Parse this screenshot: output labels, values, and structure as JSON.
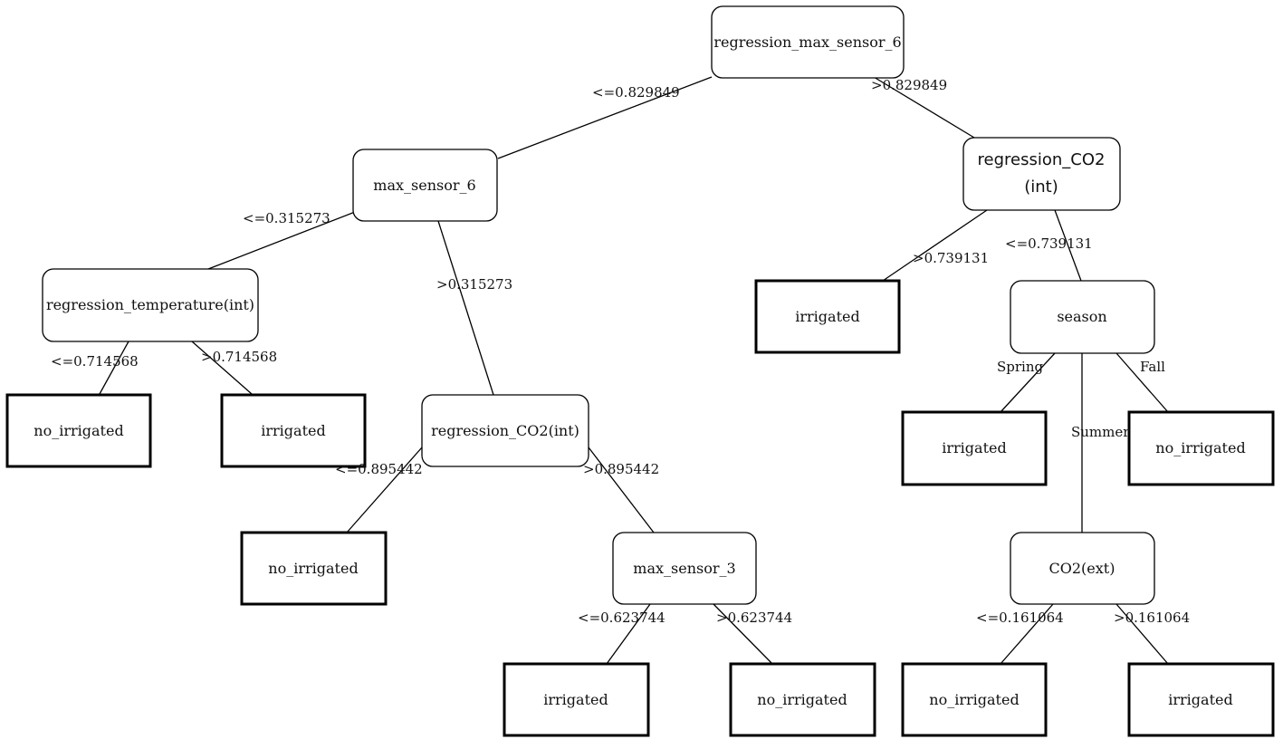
{
  "nodes": {
    "root": "regression_max_sensor_6",
    "max_sensor_6": "max_sensor_6",
    "regression_co2_right_line1": "regression_CO2",
    "regression_co2_right_line2": "(int)",
    "regression_temperature": "regression_temperature(int)",
    "regression_co2_left": "regression_CO2(int)",
    "season": "season",
    "max_sensor_3": "max_sensor_3",
    "co2_ext": "CO2(ext)"
  },
  "leaves": {
    "leaf_temp_low": "no_irrigated",
    "leaf_temp_high": "irrigated",
    "leaf_co2_int_low": "no_irrigated",
    "leaf_sensor3_low": "irrigated",
    "leaf_sensor3_high": "no_irrigated",
    "leaf_co2_right_high": "irrigated",
    "leaf_spring": "irrigated",
    "leaf_fall": "no_irrigated",
    "leaf_co2ext_low": "no_irrigated",
    "leaf_co2ext_high": "irrigated"
  },
  "edges": {
    "root_left": "<=0.829849",
    "root_right": ">0.829849",
    "ms6_left": "<=0.315273",
    "ms6_right": ">0.315273",
    "temp_left": "<=0.714568",
    "temp_right": ">0.714568",
    "co2l_left": "<=0.895442",
    "co2l_right": ">0.895442",
    "ms3_left": "<=0.623744",
    "ms3_right": ">0.623744",
    "co2r_left": ">0.739131",
    "co2r_right": "<=0.739131",
    "season_spring": "Spring",
    "season_summer": "Summer",
    "season_fall": "Fall",
    "co2ext_left": "<=0.161064",
    "co2ext_right": ">0.161064"
  }
}
